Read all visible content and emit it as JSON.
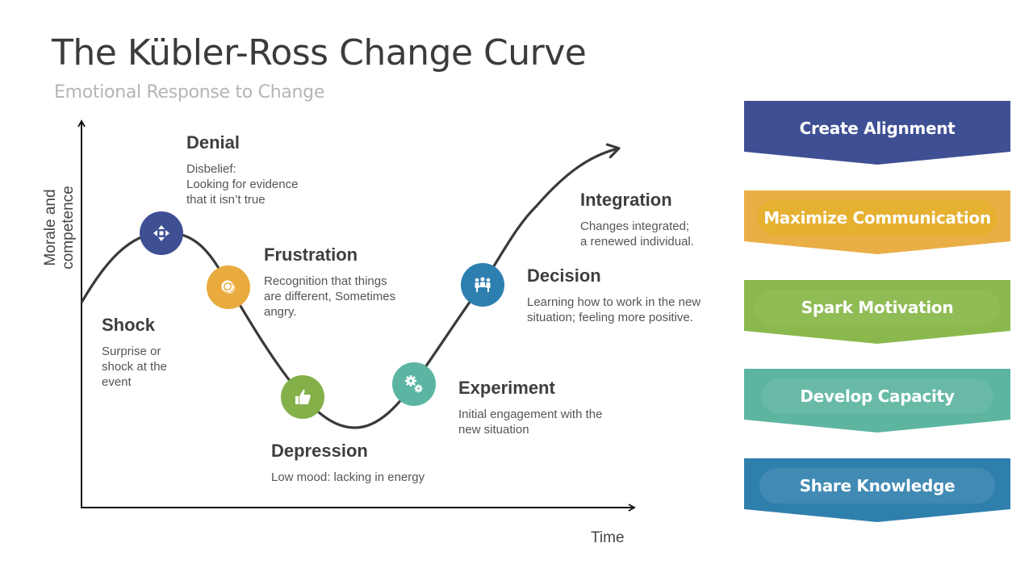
{
  "header": {
    "title": "The Kübler-Ross Change Curve",
    "subtitle": "Emotional Response to Change"
  },
  "axes": {
    "y_label": "Morale and competence",
    "x_label": "Time"
  },
  "stages": [
    {
      "name": "Shock",
      "description": "Surprise or\nshock at the\nevent"
    },
    {
      "name": "Denial",
      "description": "Disbelief:\nLooking for evidence\nthat it isn’t true",
      "icon": "move-arrows-icon",
      "color": "#3f4f93"
    },
    {
      "name": "Frustration",
      "description": "Recognition that things\nare different, Sometimes\nangry.",
      "icon": "chat-bubble-icon",
      "color": "#e9ab3e"
    },
    {
      "name": "Depression",
      "description": "Low mood: lacking in energy",
      "icon": "thumbs-up-icon",
      "color": "#84b04a"
    },
    {
      "name": "Experiment",
      "description": "Initial engagement with the\nnew situation",
      "icon": "gears-icon",
      "color": "#5bb5a2"
    },
    {
      "name": "Decision",
      "description": "Learning how to work in the new\nsituation; feeling more positive.",
      "icon": "team-icon",
      "color": "#2d7fb0"
    },
    {
      "name": "Integration",
      "description": "Changes integrated;\na renewed individual."
    }
  ],
  "actions": [
    {
      "label": "Create Alignment",
      "color": "#3f4f93"
    },
    {
      "label": "Maximize Communication",
      "color": "#e9ae45"
    },
    {
      "label": "Spark Motivation",
      "color": "#8ab84c"
    },
    {
      "label": "Develop Capacity",
      "color": "#5db5a0"
    },
    {
      "label": "Share Knowledge",
      "color": "#2f7fad"
    }
  ]
}
